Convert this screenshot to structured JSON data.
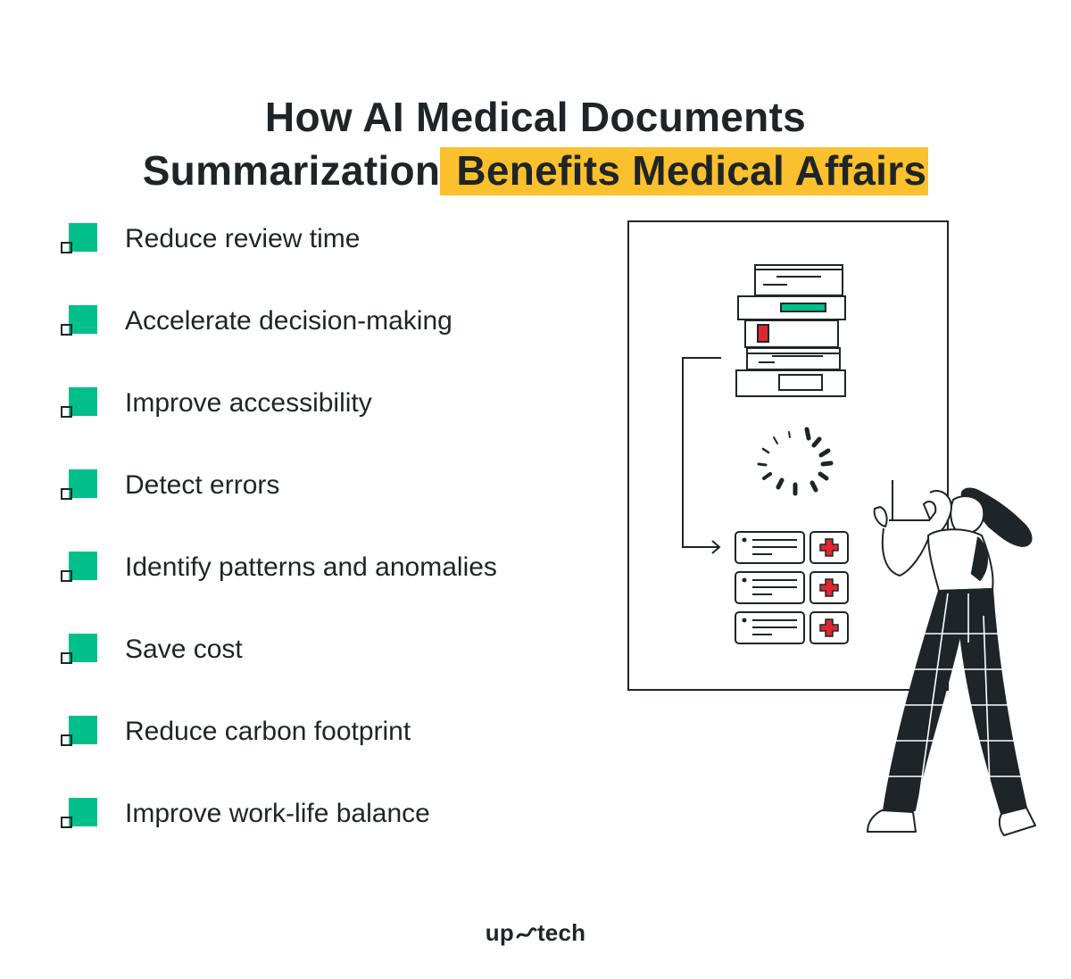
{
  "title": {
    "line1": "How AI Medical Documents",
    "line2_plain": "Summarization",
    "line2_highlight": "Benefits Medical Affairs"
  },
  "benefits": [
    "Reduce review time",
    "Accelerate decision-making",
    "Improve accessibility",
    "Detect errors",
    "Identify patterns and anomalies",
    "Save cost",
    "Reduce carbon footprint",
    "Improve work-life balance"
  ],
  "colors": {
    "accent_green": "#00bf8a",
    "highlight_yellow": "#fbc02d",
    "ink": "#1e2528",
    "medical_red": "#e0262f"
  },
  "illustration": {
    "icons": [
      "document-stack-icon",
      "loading-spinner-icon",
      "medical-summary-card-icon",
      "woman-with-laptop-figure"
    ]
  },
  "logo": {
    "left": "up",
    "right": "tech",
    "mark_icon": "upstech-logo-mark"
  }
}
